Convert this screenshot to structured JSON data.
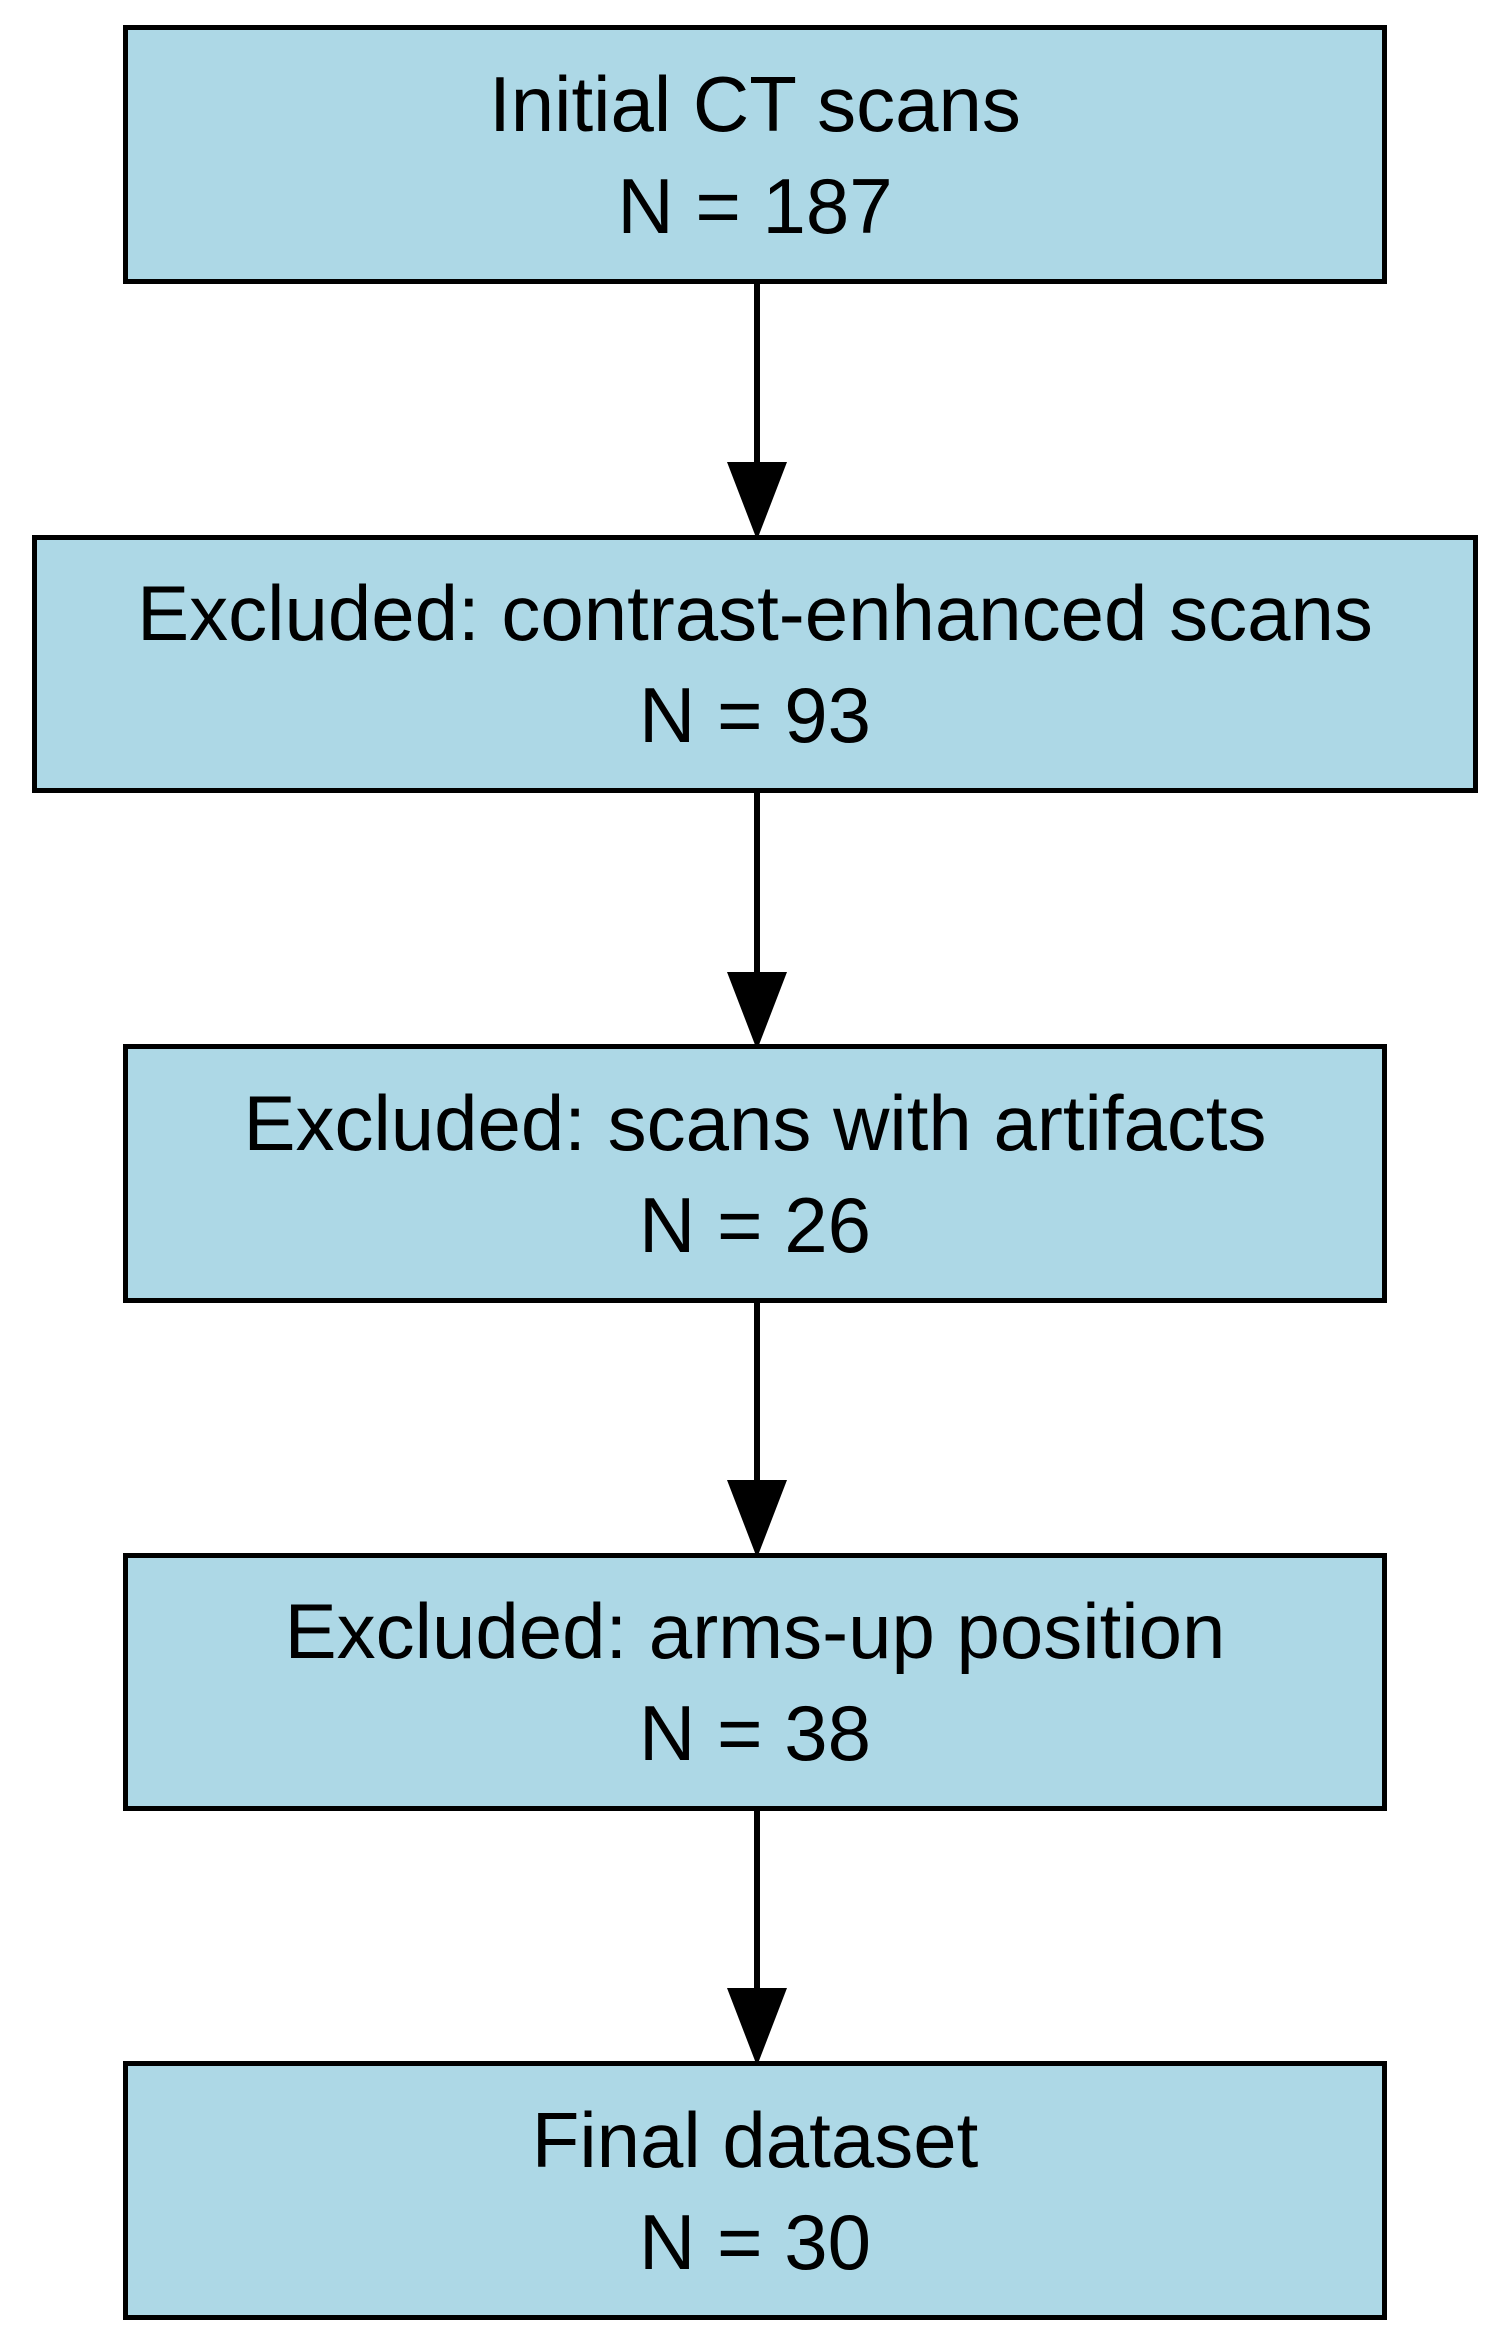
{
  "diagram": {
    "type": "flowchart",
    "direction": "top-to-bottom",
    "colors": {
      "box_fill": "#add8e6",
      "box_border": "#000000",
      "arrow": "#000000",
      "text": "#000000"
    },
    "nodes": [
      {
        "id": "initial",
        "label": "Initial CT scans",
        "count": "N = 187"
      },
      {
        "id": "excluded-contrast",
        "label": "Excluded: contrast-enhanced scans",
        "count": "N = 93"
      },
      {
        "id": "excluded-artifacts",
        "label": "Excluded: scans with artifacts",
        "count": "N = 26"
      },
      {
        "id": "excluded-arms-up",
        "label": "Excluded: arms-up position",
        "count": "N = 38"
      },
      {
        "id": "final",
        "label": "Final dataset",
        "count": "N = 30"
      }
    ],
    "edges": [
      {
        "from": "initial",
        "to": "excluded-contrast"
      },
      {
        "from": "excluded-contrast",
        "to": "excluded-artifacts"
      },
      {
        "from": "excluded-artifacts",
        "to": "excluded-arms-up"
      },
      {
        "from": "excluded-arms-up",
        "to": "final"
      }
    ]
  }
}
